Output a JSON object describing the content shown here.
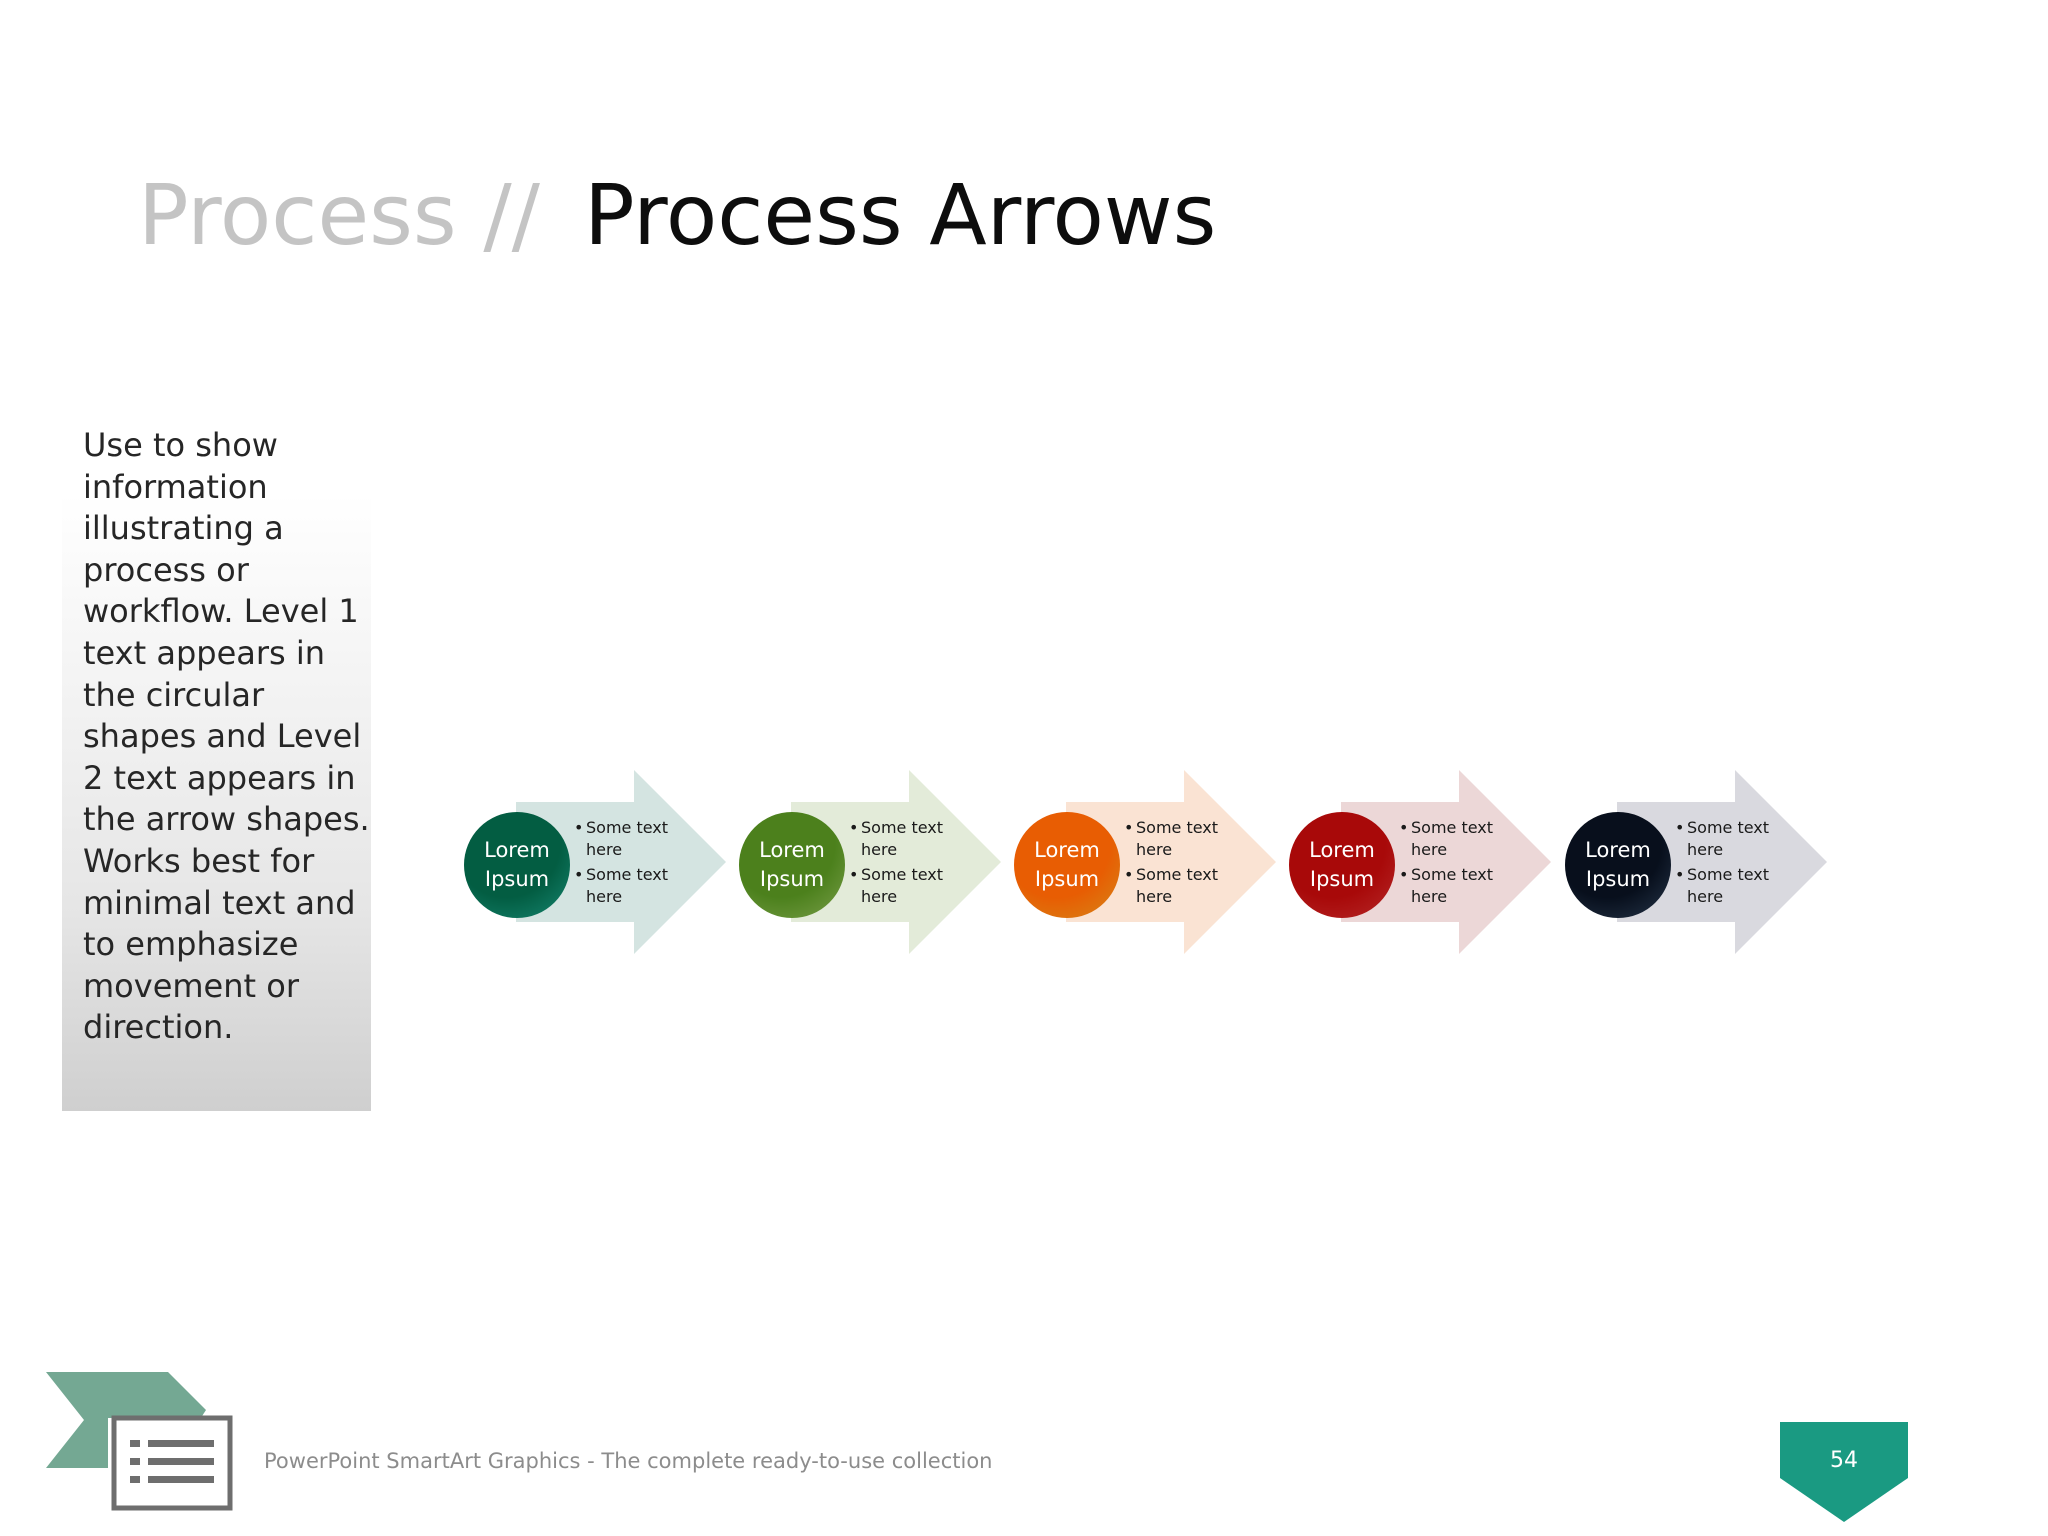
{
  "title": {
    "prefix": "Process //",
    "main": "Process Arrows"
  },
  "description": "Use to show information illustrating a process or workflow. Level 1 text appears in the circular shapes and Level 2 text appears in the arrow shapes. Works best for minimal text and to emphasize movement or direction.",
  "steps": [
    {
      "line1": "Lorem",
      "line2": "Ipsum",
      "bullets": [
        "Some text here",
        "Some text here"
      ],
      "circle_color": "#1a9a82",
      "arrow_color": "#d4e4e1"
    },
    {
      "line1": "Lorem",
      "line2": "Ipsum",
      "bullets": [
        "Some text here",
        "Some text here"
      ],
      "circle_color": "#8bb555",
      "arrow_color": "#e3ebd9"
    },
    {
      "line1": "Lorem",
      "line2": "Ipsum",
      "bullets": [
        "Some text here",
        "Some text here"
      ],
      "circle_color": "#f39a1b",
      "arrow_color": "#fae3d3"
    },
    {
      "line1": "Lorem",
      "line2": "Ipsum",
      "bullets": [
        "Some text here",
        "Some text here"
      ],
      "circle_color": "#cf3030",
      "arrow_color": "#ecd7d7"
    },
    {
      "line1": "Lorem",
      "line2": "Ipsum",
      "bullets": [
        "Some text here",
        "Some text here"
      ],
      "circle_color": "#2c3e55",
      "arrow_color": "#d9d9df"
    }
  ],
  "footer": {
    "text": "PowerPoint SmartArt Graphics - The complete ready-to-use collection",
    "page_number": "54",
    "icon": "presentation-list-icon",
    "accent_color": "#1a9a82",
    "chevron_color": "#74a893"
  }
}
